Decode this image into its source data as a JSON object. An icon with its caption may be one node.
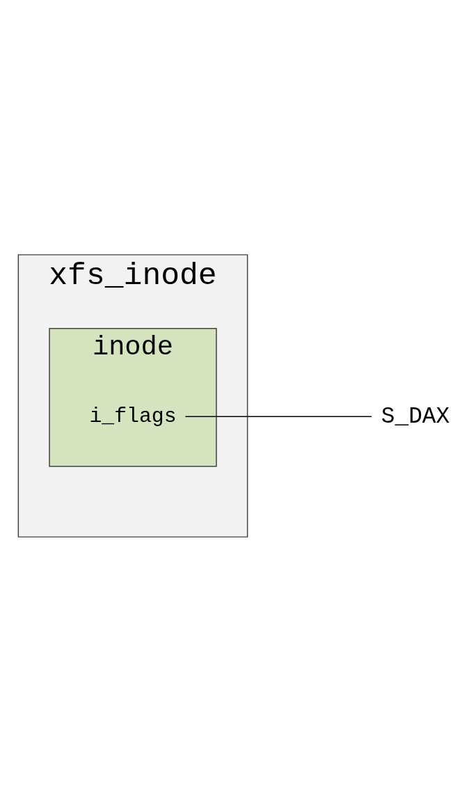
{
  "diagram": {
    "nodes": [
      {
        "text": [
          "xfs_inode"
        ]
      },
      {
        "text": [
          "inode"
        ],
        "in": 0
      },
      {
        "text": [
          "i_flags"
        ],
        "in": 1
      },
      {
        "text": [
          "S_DAX"
        ]
      }
    ],
    "edges": [
      {
        "from": 2,
        "to": 3,
        "arrow": "none"
      }
    ]
  }
}
